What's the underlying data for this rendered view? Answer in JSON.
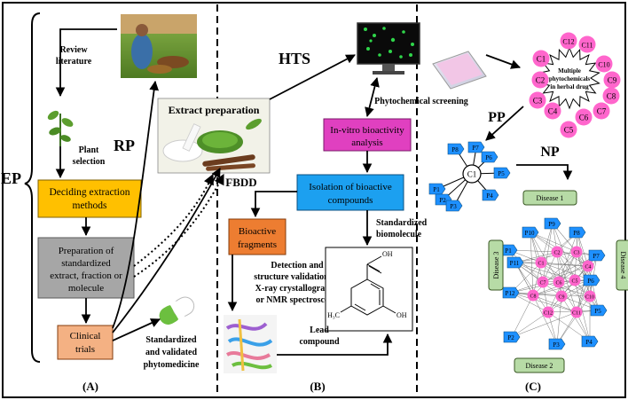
{
  "panels": {
    "a": "(A)",
    "b": "(B)",
    "c": "(C)"
  },
  "abbrev": {
    "ep": "EP",
    "rp": "RP",
    "hts": "HTS",
    "fbdd": "FBDD",
    "pp": "PP",
    "np": "NP"
  },
  "panel_a": {
    "review": [
      "Review",
      "literature"
    ],
    "plant": [
      "Plant",
      "selection"
    ],
    "deciding": [
      "Deciding extraction",
      "methods"
    ],
    "preparation": [
      "Preparation of",
      "standardized",
      "extract, fraction or",
      "molecule"
    ],
    "clinical": [
      "Clinical",
      "trials"
    ],
    "phytomedicine": [
      "Standardized",
      "and validated",
      "phytomedicine"
    ],
    "extract_prep": "Extract  preparation"
  },
  "panel_b": {
    "screening": "Phytochemical screening",
    "invitro": [
      "In-vitro bioactivity",
      "analysis"
    ],
    "isolation": [
      "Isolation of bioactive",
      "compounds"
    ],
    "fragments": [
      "Bioactive",
      "fragments"
    ],
    "standardized": [
      "Standardized",
      "biomolecule"
    ],
    "detection": [
      "Detection and",
      "structure validation by",
      "X-ray crystallography",
      "or NMR spectroscopy"
    ],
    "lead": [
      "Lead",
      "compound"
    ],
    "mol_oh": "OH",
    "mol_h3c": "H₃C"
  },
  "panel_c": {
    "phyto_star": [
      "Multiple",
      "phytochemicals",
      "in herbal drug"
    ],
    "compounds": [
      "C1",
      "C2",
      "C3",
      "C4",
      "C5",
      "C6",
      "C7",
      "C8",
      "C9",
      "C10",
      "C11",
      "C12"
    ],
    "proteins": [
      "P1",
      "P2",
      "P3",
      "P4",
      "P5",
      "P6",
      "P7",
      "P8",
      "P9",
      "P10",
      "P11",
      "P12"
    ],
    "hub_compound": "C1",
    "hub_proteins": [
      "P1",
      "P2",
      "P3",
      "P4",
      "P5",
      "P6",
      "P7",
      "P8"
    ],
    "diseases": [
      "Disease 1",
      "Disease 2",
      "Disease 3",
      "Disease 4"
    ]
  },
  "colors": {
    "deciding": "#ffc000",
    "preparation": "#a6a6a6",
    "clinical": "#f4b183",
    "invitro": "#e040c0",
    "isolation": "#1ca0f0",
    "fragments": "#ed7d31",
    "compound_node": "#ff66cc",
    "protein_node": "#1e90ff",
    "disease_box": "#b7dba6"
  }
}
